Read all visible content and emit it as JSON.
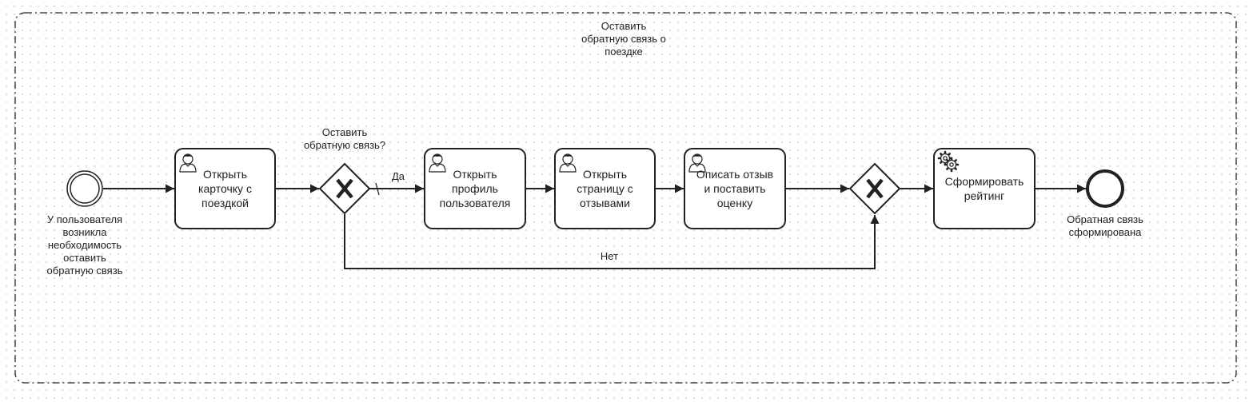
{
  "diagram": {
    "subprocess": {
      "title": "Оставить\nобратную связь о\nпоездке"
    },
    "start_event": {
      "label": "У пользователя\nвозникла\nнеобходимость\nоставить\nобратную связь"
    },
    "end_event": {
      "label": "Обратная связь\nсформирована"
    },
    "tasks": [
      {
        "label": "Открыть\nкарточку с\nпоездкой",
        "icon": "user-icon"
      },
      {
        "label": "Открыть\nпрофиль\nпользователя",
        "icon": "user-icon"
      },
      {
        "label": "Открыть\nстраницу с\nотзывами",
        "icon": "user-icon"
      },
      {
        "label": "Описать отзыв\nи поставить\nоценку",
        "icon": "user-icon"
      },
      {
        "label": "Сформировать\nрейтинг",
        "icon": "gear-icon"
      }
    ],
    "gateways": [
      {
        "label": "Оставить\nобратную связь?",
        "type": "exclusive"
      },
      {
        "label": "",
        "type": "exclusive"
      }
    ],
    "flows": {
      "yes_label": "Да",
      "no_label": "Нет"
    }
  }
}
